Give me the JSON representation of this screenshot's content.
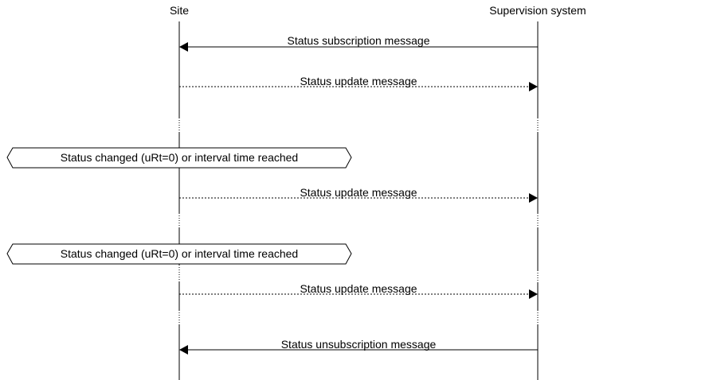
{
  "participants": {
    "site": "Site",
    "supervision": "Supervision system"
  },
  "messages": [
    {
      "label": "Status subscription message",
      "from": "supervision",
      "to": "site",
      "style": "solid"
    },
    {
      "label": "Status update message",
      "from": "site",
      "to": "supervision",
      "style": "dashed"
    },
    {
      "label": "Status update message",
      "from": "site",
      "to": "supervision",
      "style": "dashed"
    },
    {
      "label": "Status update message",
      "from": "site",
      "to": "supervision",
      "style": "dashed"
    },
    {
      "label": "Status unsubscription message",
      "from": "supervision",
      "to": "site",
      "style": "solid"
    }
  ],
  "notes": [
    {
      "label": "Status changed (uRt=0) or interval time reached"
    },
    {
      "label": "Status changed (uRt=0) or interval time reached"
    }
  ]
}
